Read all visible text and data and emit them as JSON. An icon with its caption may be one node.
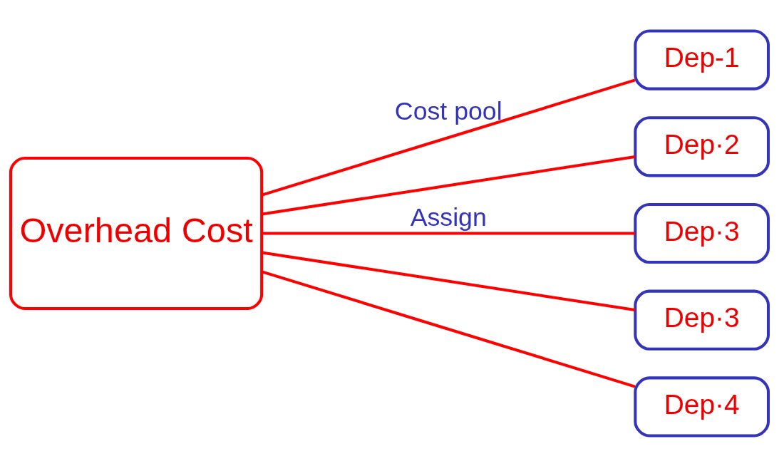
{
  "diagram": {
    "nodes": [
      {
        "text": [
          "Overhead Cost"
        ]
      },
      {
        "text": [
          "Dep-1"
        ]
      },
      {
        "text": [
          "Dep·2"
        ]
      },
      {
        "text": [
          "Dep·3"
        ]
      },
      {
        "text": [
          "Dep·3"
        ]
      },
      {
        "text": [
          "Dep·4"
        ]
      }
    ],
    "edges": [
      {
        "from": 0,
        "to": 1,
        "arrow": "none",
        "label": "Cost pool"
      },
      {
        "from": 0,
        "to": 2,
        "arrow": "none"
      },
      {
        "from": 0,
        "to": 3,
        "arrow": "none",
        "label": "Assign"
      },
      {
        "from": 0,
        "to": 4,
        "arrow": "none"
      },
      {
        "from": 0,
        "to": 5,
        "arrow": "none"
      }
    ]
  }
}
